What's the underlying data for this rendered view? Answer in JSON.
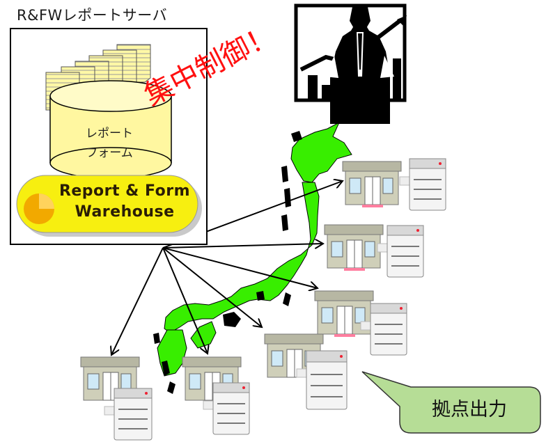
{
  "server": {
    "title": "R&FWレポートサーバ",
    "cylinder_line1": "レポート",
    "cylinder_line2": "フォーム",
    "logo_line1": "Report & Form",
    "logo_line2": "Warehouse"
  },
  "central_control_label": "集中制御！",
  "callout_label": "拠点出力",
  "colors": {
    "map_green": "#38ee00",
    "central_text": "#ff1010",
    "callout_fill": "#b6dd96",
    "logo_fill": "#f7ef10",
    "document_fill": "#fff8a6",
    "cylinder_fill": "#fff7a0"
  },
  "icons": {
    "documents": "document-stack-icon",
    "database": "database-cylinder-icon",
    "manager": "businessman-chart-icon",
    "map": "japan-map-icon",
    "site": "branch-building-icon",
    "printer": "printer-icon"
  }
}
